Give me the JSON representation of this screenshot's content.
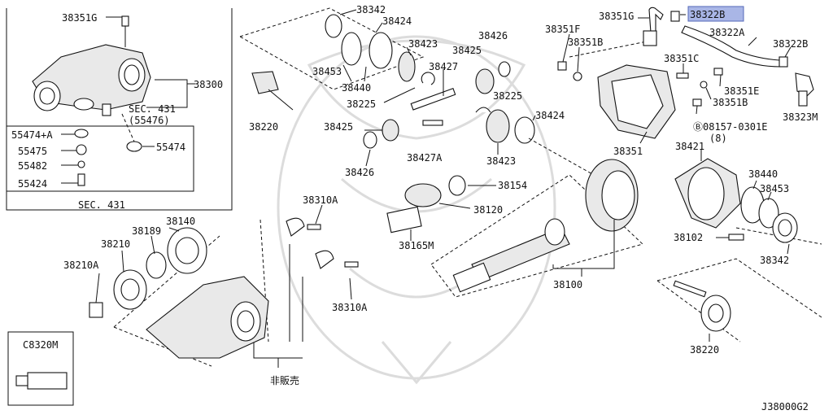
{
  "diagram_id": "J38000G2",
  "highlight_color": "#a9b6e6",
  "labels": {
    "p38351G_a": "38351G",
    "p38300": "38300",
    "sec431_a": "SEC. 431",
    "sec431_a_sub": "(55476)",
    "p55474A": "55474+A",
    "p55475": "55475",
    "p55474": "55474",
    "p55482": "55482",
    "p55424": "55424",
    "sec431_b": "SEC. 431",
    "p38342_a": "38342",
    "p38424_a": "38424",
    "p38423_a": "38423",
    "p38453_a": "38453",
    "p38440_a": "38440",
    "p38220_a": "38220",
    "p38426_a": "38426",
    "p38425_a": "38425",
    "p38427": "38427",
    "p38225_a": "38225",
    "p38225_b": "38225",
    "p38425_b": "38425",
    "p38427A": "38427A",
    "p38426_b": "38426",
    "p38424_b": "38424",
    "p38423_b": "38423",
    "p38351F": "38351F",
    "p38351B_a": "38351B",
    "p38351G_b": "38351G",
    "p38322B_hl": "38322B",
    "p38322A": "38322A",
    "p38322B": "38322B",
    "p38351C": "38351C",
    "p38351E": "38351E",
    "p38351B_b": "38351B",
    "p38323M": "38323M",
    "bolt_ref": "Ⓑ08157-0301E",
    "bolt_qty": "(8)",
    "p38351": "38351",
    "p38421": "38421",
    "p38440_b": "38440",
    "p38453_b": "38453",
    "p38102": "38102",
    "p38342_b": "38342",
    "p38220_b": "38220",
    "p38154": "38154",
    "p38120": "38120",
    "p38165M": "38165M",
    "p38100": "38100",
    "p38310A_a": "38310A",
    "p38310A_b": "38310A",
    "p38189": "38189",
    "p38140": "38140",
    "p38210": "38210",
    "p38210A": "38210A",
    "p_not_sold": "非販売",
    "pC8320M": "C8320M"
  }
}
